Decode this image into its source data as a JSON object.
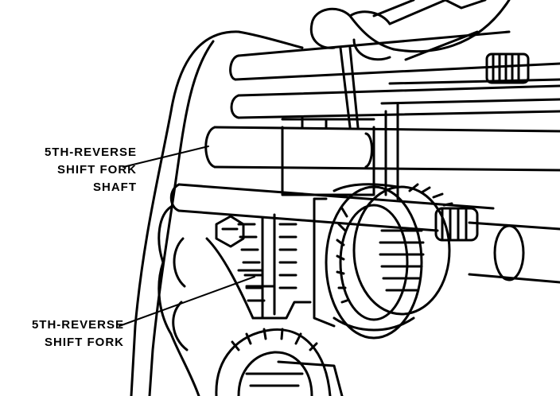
{
  "figure": {
    "colors": {
      "ink": "#000000",
      "paper": "#ffffff"
    },
    "callouts": {
      "shaft": {
        "lines": [
          "5TH-REVERSE",
          "SHIFT FORK",
          "SHAFT"
        ]
      },
      "fork": {
        "lines": [
          "5TH-REVERSE",
          "SHIFT FORK"
        ]
      }
    }
  }
}
